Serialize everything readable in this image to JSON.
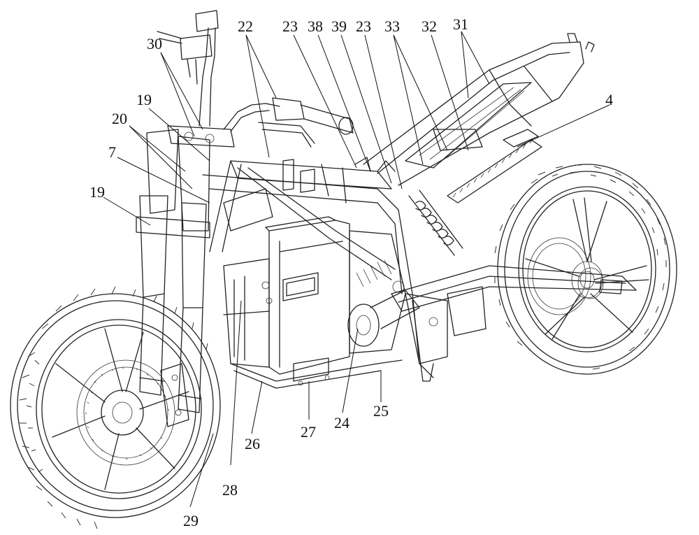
{
  "labels": [
    "30",
    "22",
    "23",
    "38",
    "39",
    "23",
    "33",
    "32",
    "31",
    "19",
    "20",
    "7",
    "4",
    "19",
    "24",
    "25",
    "27",
    "26",
    "28",
    "29"
  ]
}
